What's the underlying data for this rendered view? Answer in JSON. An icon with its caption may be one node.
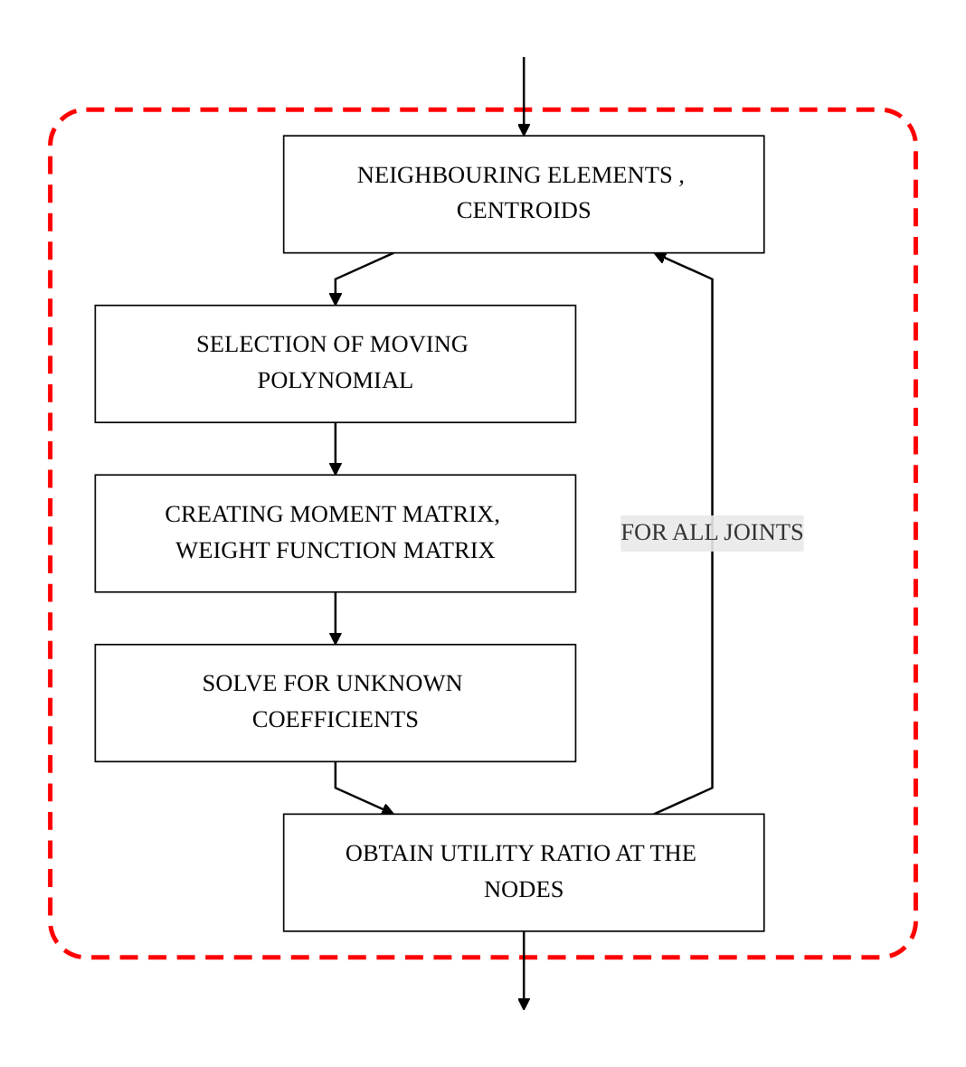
{
  "diagram": {
    "nodes": [
      {
        "text": [],
        "shape": "box"
      },
      {
        "text": [
          "NEIGHBOURING ELEMENTS , CENTROIDS"
        ],
        "in": 0
      },
      {
        "text": [
          "SELECTION OF MOVING POLYNOMIAL"
        ],
        "in": 0
      },
      {
        "text": [
          "CREATING MOMENT MATRIX, WEIGHT FUNCTION MATRIX"
        ],
        "in": 0
      },
      {
        "text": [
          "SOLVE FOR UNKNOWN COEFFICIENTS"
        ],
        "in": 0
      },
      {
        "text": [
          "OBTAIN UTILITY RATIO AT THE NODES"
        ],
        "in": 0
      }
    ],
    "edges": [
      {
        "from": null,
        "to": 1,
        "arrow": "to"
      },
      {
        "from": 1,
        "to": 2,
        "arrow": "to"
      },
      {
        "from": 2,
        "to": 3,
        "arrow": "to"
      },
      {
        "from": 3,
        "to": 4,
        "arrow": "to"
      },
      {
        "from": 4,
        "to": 5,
        "arrow": "to"
      },
      {
        "from": 5,
        "to": 1,
        "arrow": "to",
        "label": "FOR ALL JOINTS"
      },
      {
        "from": 5,
        "to": null,
        "arrow": "to"
      }
    ]
  }
}
